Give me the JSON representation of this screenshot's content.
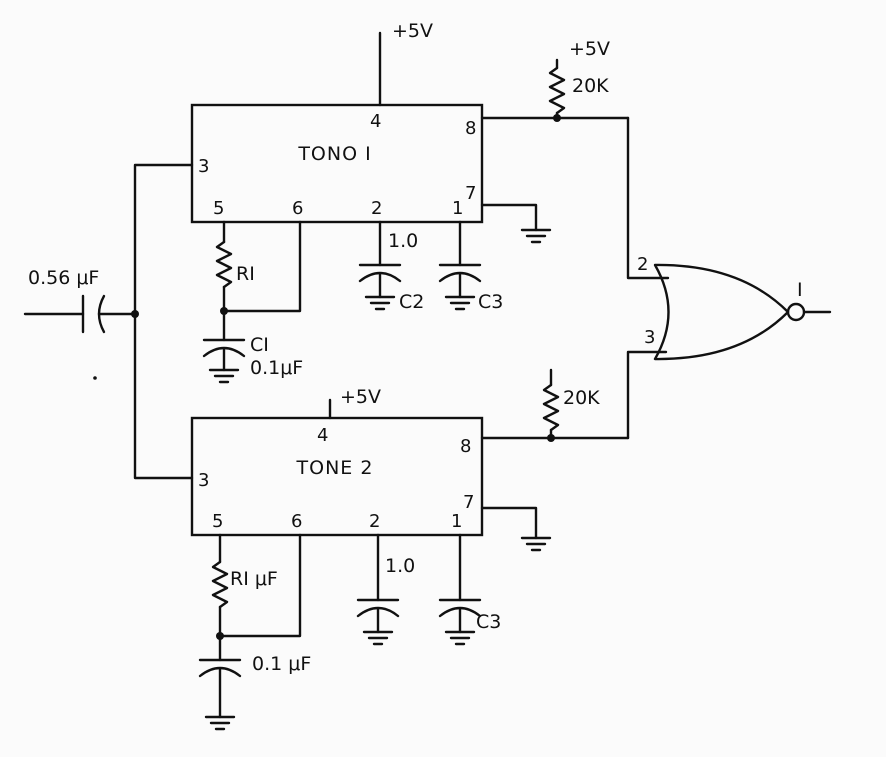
{
  "tone1": {
    "title": "TONO I",
    "pins": {
      "p4": "4",
      "p8": "8",
      "p3": "3",
      "p5": "5",
      "p6": "6",
      "p2": "2",
      "p1": "1",
      "p7": "7"
    },
    "supply": "+5V",
    "r1": "RI",
    "c1": "CI",
    "c1_value": "0.1μF",
    "c2": "C2",
    "c2_value": "1.0",
    "c3": "C3"
  },
  "tone2": {
    "title": "TONE 2",
    "pins": {
      "p4": "4",
      "p8": "8",
      "p3": "3",
      "p5": "5",
      "p6": "6",
      "p2": "2",
      "p1": "1",
      "p7": "7"
    },
    "supply": "+5V",
    "r1": "RI μF",
    "c1_value": "0.1 μF",
    "c2_value": "1.0",
    "c3": "C3"
  },
  "input_cap": "0.56 μF",
  "pullup1": {
    "supply": "+5V",
    "value": "20K"
  },
  "pullup2": {
    "value": "20K"
  },
  "gate": {
    "in_a": "2",
    "in_b": "3",
    "out": "I"
  }
}
